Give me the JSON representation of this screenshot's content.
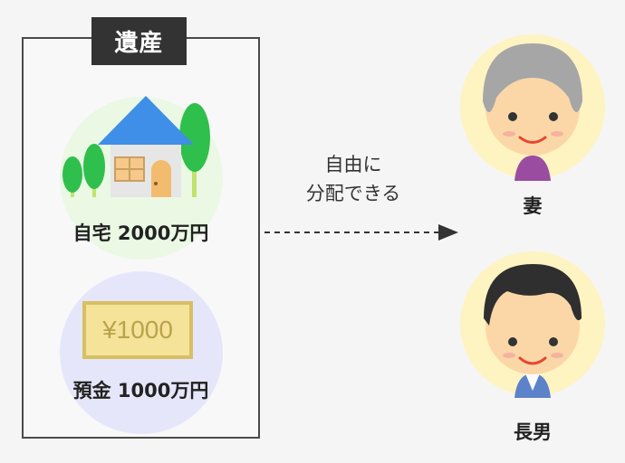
{
  "estate": {
    "label": "遺産",
    "house": {
      "text": "自宅 2000万円"
    },
    "deposit": {
      "text": "預金 1000万円",
      "banknote": "¥1000"
    }
  },
  "arrow": {
    "line1": "自由に",
    "line2": "分配できる"
  },
  "heirs": [
    {
      "name": "妻"
    },
    {
      "name": "長男"
    }
  ]
}
